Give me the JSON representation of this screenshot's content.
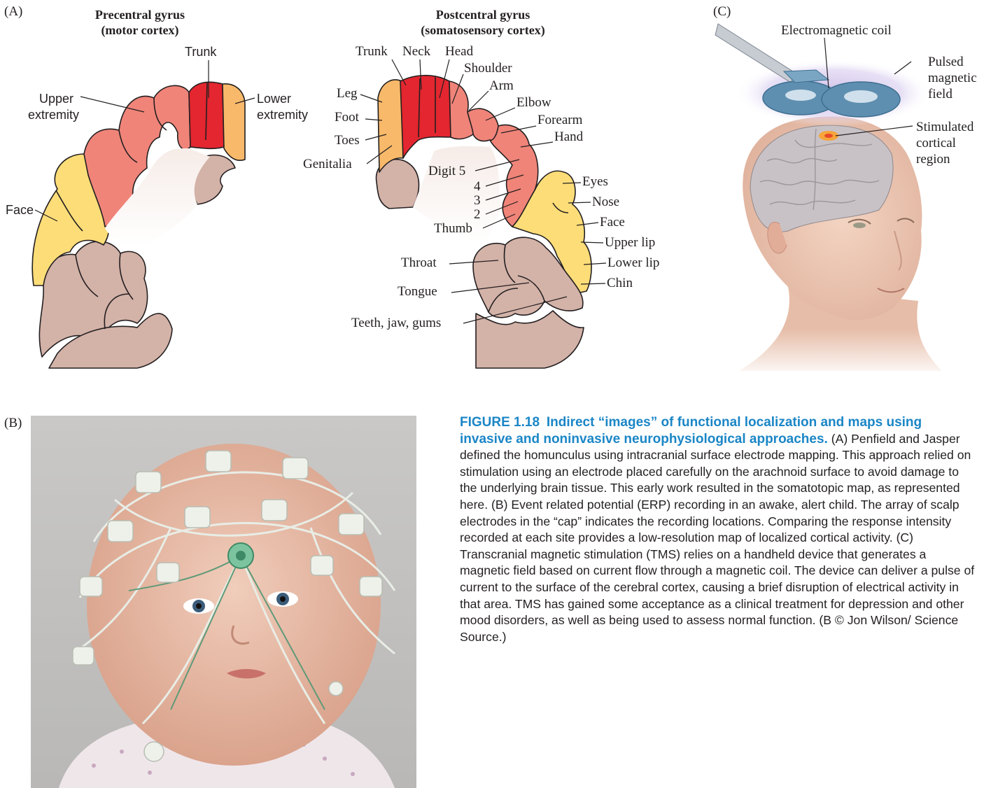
{
  "panels": {
    "a": {
      "letter": "(A)",
      "precentral": {
        "title1": "Precentral gyrus",
        "title2": "(motor cortex)"
      },
      "postcentral": {
        "title1": "Postcentral gyrus",
        "title2": "(somatosensory cortex)"
      },
      "motor_labels": {
        "trunk": "Trunk",
        "upper1": "Upper",
        "upper2": "extremity",
        "lower1": "Lower",
        "lower2": "extremity",
        "face": "Face"
      },
      "sensory_labels": {
        "trunk": "Trunk",
        "neck": "Neck",
        "head": "Head",
        "shoulder": "Shoulder",
        "arm": "Arm",
        "elbow": "Elbow",
        "forearm": "Forearm",
        "hand": "Hand",
        "leg": "Leg",
        "foot": "Foot",
        "toes": "Toes",
        "genitalia": "Genitalia",
        "digit5": "Digit 5",
        "d4": "4",
        "d3": "3",
        "d2": "2",
        "thumb": "Thumb",
        "eyes": "Eyes",
        "nose": "Nose",
        "face": "Face",
        "upper_lip": "Upper lip",
        "lower_lip": "Lower lip",
        "chin": "Chin",
        "throat": "Throat",
        "tongue": "Tongue",
        "teeth": "Teeth, jaw, gums"
      },
      "colors": {
        "red": "#e3262f",
        "salmon": "#f08479",
        "orange": "#f8b96a",
        "yellow": "#fddd78",
        "tan": "#d3b2a8"
      }
    },
    "b": {
      "letter": "(B)"
    },
    "c": {
      "letter": "(C)",
      "coil": "Electromagnetic coil",
      "pulsed1": "Pulsed",
      "pulsed2": "magnetic",
      "pulsed3": "field",
      "stim1": "Stimulated",
      "stim2": "cortical",
      "stim3": "region"
    }
  },
  "caption": {
    "figure": "FIGURE 1.18",
    "title": "Indirect “images” of functional localization and maps using invasive and noninvasive neurophysiological approaches.",
    "body": "(A) Penfield and Jasper defined the homunculus using intracranial surface electrode mapping. This approach relied on stimulation using an electrode placed carefully on the arach­noid surface to avoid damage to the underlying brain tissue. This early work resulted in the somatotopic map, as represented here. (B) Event related potential (ERP) recording in an awake, alert child. The array of scalp electrodes in the “cap” indicates the recording locations. Comparing the response intensity recorded at each site provides a low-resolution map of localized cortical activity. (C) Transcranial magnetic stimulation (TMS) relies on a handheld device that generates a magnetic field based on current flow through a magnetic coil. The device can deliver a pulse of current to the surface of the cerebral cortex, causing a brief disruption of electrical activity in that area. TMS has gained some acceptance as a clinical treatment for depression and other mood disorders, as well as being used to assess normal function. (B © Jon Wilson/ Science Source.)"
  }
}
